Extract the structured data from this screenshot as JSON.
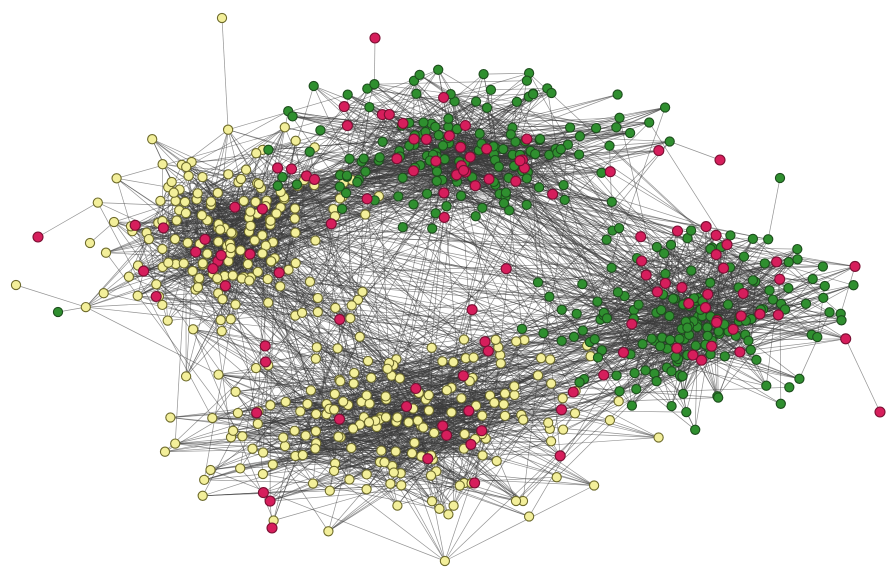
{
  "graph": {
    "background": "#ffffff",
    "edge_color": "#3b3b3b",
    "node_types": [
      {
        "key": "community-a",
        "fill": "#f3ef9a",
        "stroke": "#6d6a2a"
      },
      {
        "key": "community-b",
        "fill": "#2f8f2f",
        "stroke": "#1d4d1d"
      },
      {
        "key": "bridge",
        "fill": "#d61e5c",
        "stroke": "#7a1033"
      }
    ]
  }
}
